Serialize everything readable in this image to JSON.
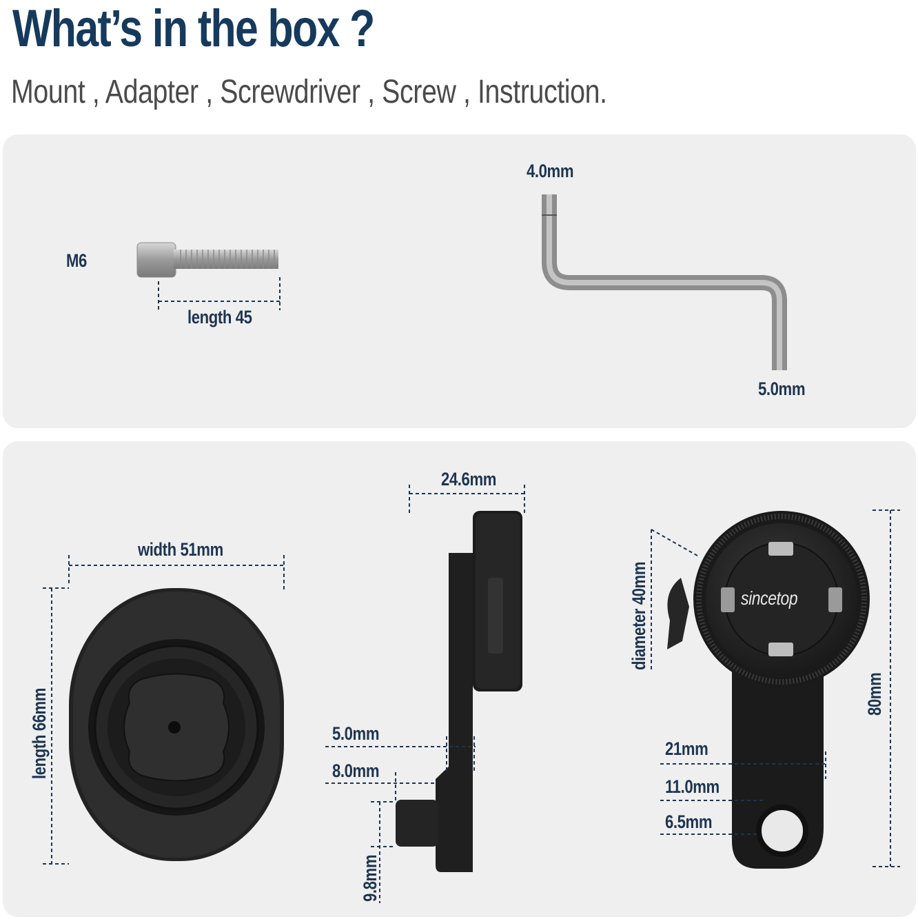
{
  "heading": "What’s in the box ?",
  "subheading": "Mount , Adapter , Screwdriver , Screw , Instruction.",
  "screw": {
    "thread_label": "M6",
    "length_label": "length 45"
  },
  "screwdriver": {
    "top_size_label": "4.0mm",
    "bottom_size_label": "5.0mm"
  },
  "adapter_front": {
    "width_label": "width 51mm",
    "length_label": "length 66mm"
  },
  "adapter_side": {
    "depth_label": "24.6mm",
    "dim_a_label": "5.0mm",
    "dim_b_label": "8.0mm",
    "dim_c_label": "9.8mm"
  },
  "mount": {
    "brand": "sincetop",
    "diameter_label": "diameter 40mm",
    "height_label": "80mm",
    "dim_a_label": "21mm",
    "dim_b_label": "11.0mm",
    "dim_c_label": "6.5mm"
  },
  "colors": {
    "heading": "#163a5c",
    "label": "#1d3550",
    "panel": "#efefef",
    "product": "#1a1a1a"
  }
}
